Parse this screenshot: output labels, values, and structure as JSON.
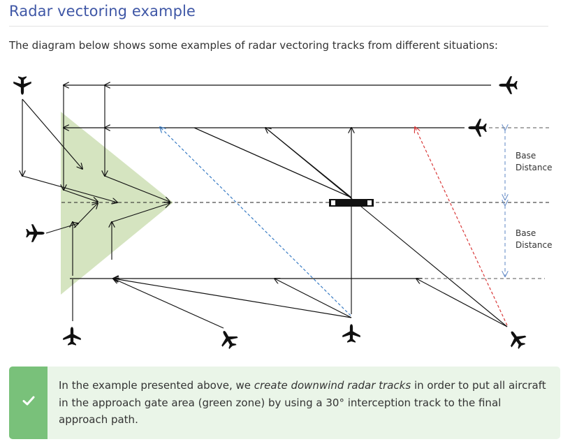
{
  "page": {
    "title": "Radar vectoring example",
    "intro": "The diagram below shows some examples of radar vectoring tracks from different situations:"
  },
  "diagram": {
    "base_distance_upper_line1": "Base",
    "base_distance_upper_line2": "Distance",
    "base_distance_lower_line1": "Base",
    "base_distance_lower_line2": "Distance",
    "colors": {
      "approach_gate": "#d5e4c0",
      "track": "#111111",
      "blue_track": "#3a7cc4",
      "red_track": "#d93a3a",
      "base_marker": "#6a8fc8"
    },
    "icons": [
      "airplane-icon"
    ]
  },
  "note": {
    "prefix": "In the example presented above, we ",
    "emphasis": "create downwind radar tracks",
    "suffix": " in order to put all aircraft in the approach gate area (green zone) by using a 30° interception track to the final approach path.",
    "icon": "check-icon",
    "accent_color": "#79c17a",
    "background_color": "#eaf5e8"
  }
}
